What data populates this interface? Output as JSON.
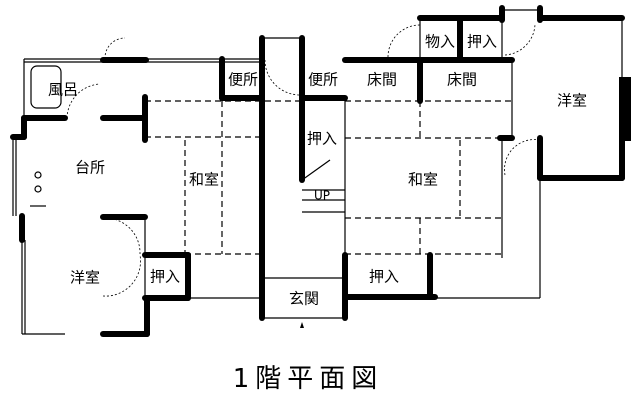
{
  "title": "1階平面図",
  "rooms": {
    "bath": "風呂",
    "kitchen": "台所",
    "washitsu_left": "和室",
    "youshitsu_left": "洋室",
    "oshiire_left": "押入",
    "toilet_1": "便所",
    "toilet_2": "便所",
    "oshiire_center": "押入",
    "stairs_up": "UP",
    "genkan": "玄関",
    "tokonoma_1": "床間",
    "tokonoma_2": "床間",
    "monoire": "物入",
    "oshiire_top": "押入",
    "youshitsu_right": "洋室",
    "washitsu_right": "和室",
    "oshiire_bottom": "押入"
  }
}
